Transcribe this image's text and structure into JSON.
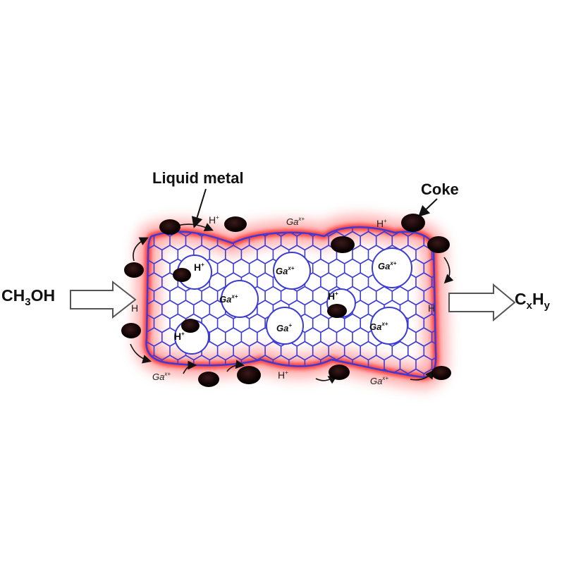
{
  "labels": {
    "liquid_metal": "Liquid metal",
    "coke": "Coke",
    "reactant_main": "CH",
    "reactant_sub": "3",
    "reactant_tail": "OH",
    "product_c": "C",
    "product_x": "x",
    "product_h": "H",
    "product_y": "y"
  },
  "species": {
    "ga": "Ga",
    "ga_charge": "x+",
    "ga_plus": "+",
    "h": "H",
    "h_charge": "+"
  },
  "inner_labels": [
    {
      "kind": "ga",
      "charge": "x+",
      "rim": false
    },
    {
      "kind": "ga",
      "charge": "x+",
      "rim": false
    },
    {
      "kind": "ga",
      "charge": "x+",
      "rim": false
    },
    {
      "kind": "ga",
      "charge": "+",
      "rim": false
    },
    {
      "kind": "ga",
      "charge": "x+",
      "rim": false
    },
    {
      "kind": "h",
      "charge": "+",
      "rim": false
    },
    {
      "kind": "h",
      "charge": "+",
      "rim": false
    },
    {
      "kind": "h",
      "charge": "+",
      "rim": false
    },
    {
      "kind": "h",
      "charge": "+",
      "rim": true
    },
    {
      "kind": "h",
      "charge": "+",
      "rim": true
    },
    {
      "kind": "h",
      "charge": "+",
      "rim": true
    },
    {
      "kind": "ga",
      "charge": "x+",
      "rim": true
    },
    {
      "kind": "ga",
      "charge": "x+",
      "rim": true
    },
    {
      "kind": "ga",
      "charge": "x+",
      "rim": true
    },
    {
      "kind": "h",
      "charge": "",
      "rim": true
    },
    {
      "kind": "h",
      "charge": "",
      "rim": true
    }
  ],
  "colors": {
    "framework": "#3b3bd6",
    "liquid_metal_glow": "#ff2a2a",
    "coke": "#1a0a0a",
    "arrow_outline": "#555555",
    "text": "#111111"
  }
}
